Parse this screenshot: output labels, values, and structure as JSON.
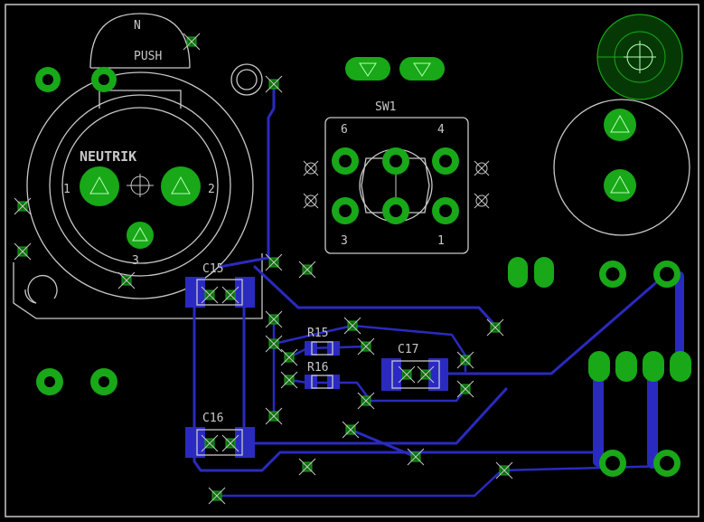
{
  "labels": {
    "push": "PUSH",
    "brand": "NEUTRIK",
    "xlr_pin1": "1",
    "xlr_pin2": "2",
    "xlr_pin3": "3",
    "switch_ref": "SW1",
    "sw_corner_tl": "6",
    "sw_corner_tr": "4",
    "sw_corner_bl": "3",
    "sw_corner_br": "1",
    "c15": "C15",
    "c16": "C16",
    "c17": "C17",
    "r15": "R15",
    "r16": "R16",
    "logo_mark": "N"
  },
  "colors": {
    "board": "#000000",
    "outline": "#c8c8c8",
    "copper_bottom": "#2a2ac0",
    "pad": "#18a818"
  }
}
